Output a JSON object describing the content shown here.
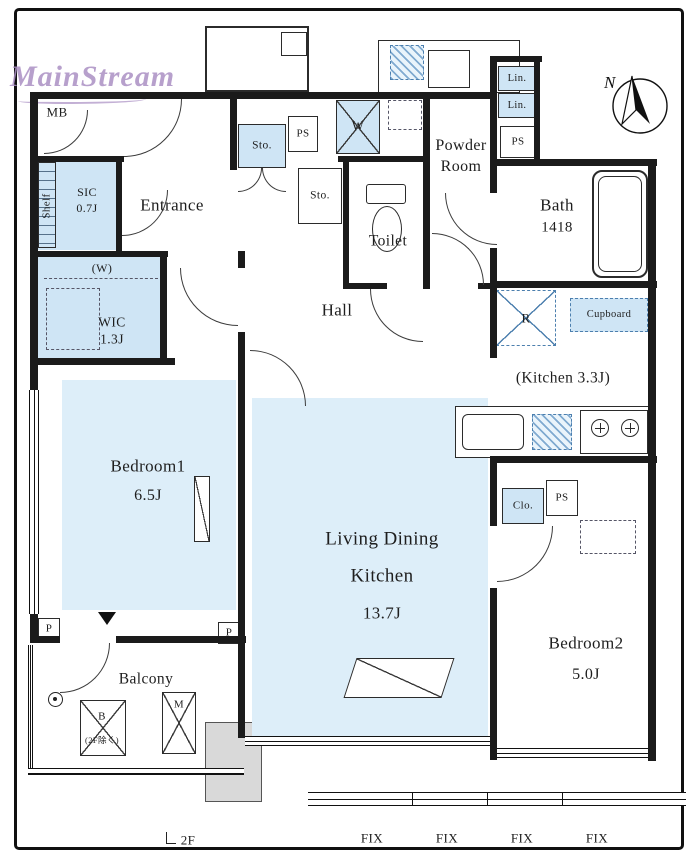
{
  "brand": {
    "logo": "MainStream",
    "mb": "MB"
  },
  "compass": {
    "north": "N"
  },
  "rooms": {
    "entrance": "Entrance",
    "sic": "SIC",
    "sic_size": "0.7J",
    "shelf": "Shelf",
    "w_paren": "(W)",
    "wic": "WIC",
    "wic_size": "1.3J",
    "bedroom1": "Bedroom1",
    "bedroom1_size": "6.5J",
    "hall": "Hall",
    "toilet": "Toilet",
    "powder_line1": "Powder",
    "powder_line2": "Room",
    "bath": "Bath",
    "bath_size": "1418",
    "kitchen": "(Kitchen 3.3J)",
    "ldk_line1": "Living Dining",
    "ldk_line2": "Kitchen",
    "ldk_size": "13.7J",
    "bedroom2": "Bedroom2",
    "bedroom2_size": "5.0J",
    "balcony": "Balcony"
  },
  "fixtures": {
    "sto1": "Sto.",
    "sto2": "Sto.",
    "ps1": "PS",
    "ps2": "PS",
    "ps3": "PS",
    "w": "W",
    "lin1": "Lin.",
    "lin2": "Lin.",
    "r": "R",
    "cupboard": "Cupboard",
    "clo": "Clo.",
    "b": "B",
    "b_note": "(2F除く)",
    "m": "M",
    "p_left": "P",
    "p_right": "P"
  },
  "footer": {
    "floor": "2F",
    "fix": [
      "FIX",
      "FIX",
      "FIX",
      "FIX"
    ]
  },
  "colors": {
    "wall": "#1b1b1b",
    "room_fill": "#ddeef9",
    "fixture_fill": "#cfe5f5",
    "logo": "#ab90c4"
  }
}
